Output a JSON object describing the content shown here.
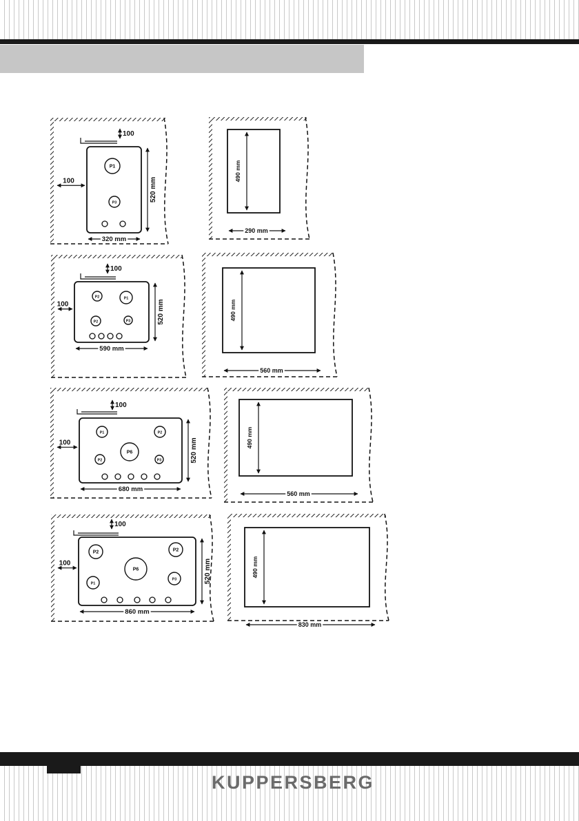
{
  "brand": "KUPPERSBERG",
  "colors": {
    "bar": "#1a1a1a",
    "banner": "#c6c6c6",
    "brand": "#6b6b6b",
    "stripe": "#c8c8c8"
  },
  "diagrams": [
    {
      "hob": {
        "clearance_top": "100",
        "clearance_side": "100",
        "width": "320 mm",
        "depth": "520 mm",
        "burners": [
          "P1",
          "P3"
        ],
        "knobs": 2
      },
      "cutout": {
        "depth": "490 mm",
        "width": "290 mm"
      }
    },
    {
      "hob": {
        "clearance_top": "100",
        "clearance_side": "100",
        "width": "590 mm",
        "depth": "520 mm",
        "burners": [
          "P2",
          "P1",
          "P2",
          "P3"
        ],
        "knobs": 4
      },
      "cutout": {
        "depth": "490 mm",
        "width": "560 mm"
      }
    },
    {
      "hob": {
        "clearance_top": "100",
        "clearance_side": "100",
        "width": "680 mm",
        "depth": "520 mm",
        "burners": [
          "P1",
          "P2",
          "P6",
          "P2",
          "P3"
        ],
        "knobs": 5
      },
      "cutout": {
        "depth": "490 mm",
        "width": "560 mm"
      }
    },
    {
      "hob": {
        "clearance_top": "100",
        "clearance_side": "100",
        "width": "860 mm",
        "depth": "520 mm",
        "burners": [
          "P2",
          "P2",
          "P6",
          "P1",
          "P3"
        ],
        "knobs": 5
      },
      "cutout": {
        "depth": "490 mm",
        "width": "830 mm"
      }
    }
  ]
}
